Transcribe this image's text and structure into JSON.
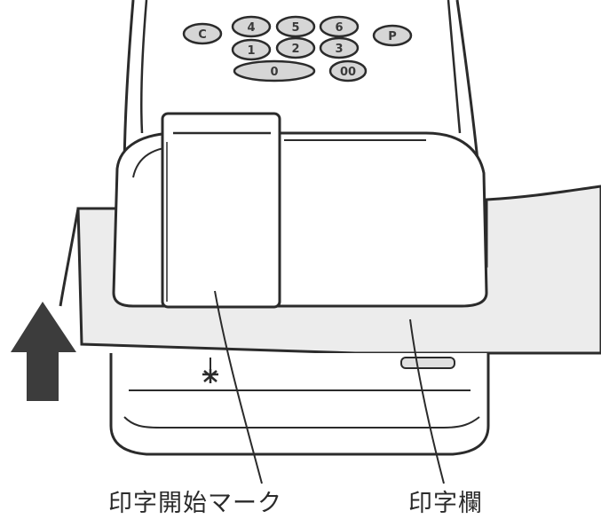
{
  "labels": {
    "print_start_mark": "印字開始マーク",
    "print_field": "印字欄"
  },
  "keypad": {
    "row1": [
      "C",
      "4",
      "5",
      "6",
      "P"
    ],
    "row2": [
      "1",
      "2",
      "3"
    ],
    "row3": [
      "0",
      "00"
    ]
  },
  "colors": {
    "line": "#2b2b2b",
    "paper": "#ececec",
    "key_fill": "#d6d6d6",
    "arrow": "#3c3c3c"
  }
}
